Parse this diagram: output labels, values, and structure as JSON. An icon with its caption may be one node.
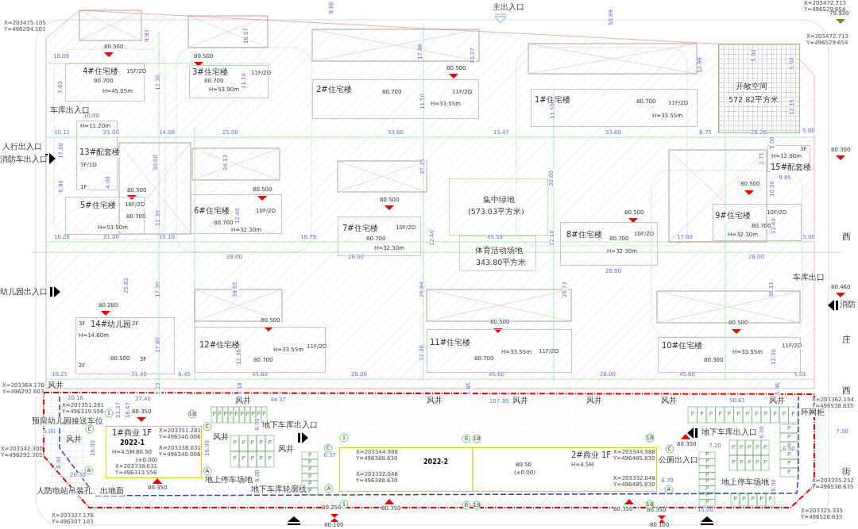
{
  "diagram": {
    "nodes": [
      {
        "text": [
          "4#住宅楼",
          "15F/2D",
          "80.700",
          "H=45.05m"
        ],
        "beside": [
          "80.500"
        ]
      },
      {
        "text": [
          "3#住宅楼",
          "80.700",
          "H=53.90m",
          "11F/2D"
        ],
        "beside": [
          "80.500"
        ]
      },
      {
        "text": [
          "2#住宅楼",
          "80.700",
          "11F/2D",
          "H=33.55m"
        ],
        "beside": [
          "80.500"
        ]
      },
      {
        "text": [
          "1#住宅楼",
          "80.700",
          "11F/2D",
          "H=33.55m"
        ]
      },
      {
        "text": [
          "开敞空间",
          "572.82平方米"
        ]
      },
      {
        "text": [
          "H=11.20m",
          "13#配套楼",
          "3F/1D",
          "1F"
        ]
      },
      {
        "text": [
          "5#住宅楼",
          "18F/2D",
          "80.700",
          "H=53.90m"
        ],
        "beside": [
          "80.500"
        ]
      },
      {
        "text": [
          "6#住宅楼",
          "80.700",
          "10F/2D",
          "H=32.30m"
        ],
        "beside": [
          "80.500"
        ]
      },
      {
        "text": [
          "集中绿地",
          "(573.03平方米)"
        ]
      },
      {
        "text": [
          "体育活动场地",
          "343.80平方米"
        ]
      },
      {
        "text": [
          "7#住宅楼",
          "80.700",
          "10F/2D",
          "H=32.30m"
        ],
        "beside": [
          "80.500"
        ]
      },
      {
        "text": [
          "8#住宅楼",
          "80.700",
          "10F/2D",
          "H=32.30m"
        ],
        "beside": [
          "80.500"
        ]
      },
      {
        "text": [
          "9#住宅楼",
          "10F/2D",
          "80.700",
          "H=32.30m"
        ],
        "beside": [
          "80.500"
        ]
      },
      {
        "text": [
          "3F",
          "H=12.00m",
          "15#配套楼"
        ]
      },
      {
        "text": [
          "3F",
          "14#幼儿园",
          "2F",
          "H=14.60m",
          "80.500",
          "3F",
          "2F"
        ],
        "beside": [
          "80.280"
        ]
      },
      {
        "text": [
          "12#住宅楼",
          "80.700",
          "H=33.55m",
          "11F/2D"
        ],
        "beside": [
          "80.500"
        ]
      },
      {
        "text": [
          "11#住宅楼",
          "80.700",
          "H=33.55m",
          "11F/2D"
        ],
        "beside": [
          "80.500"
        ]
      },
      {
        "text": [
          "10#住宅楼",
          "80.300",
          "H=33.55m",
          "11F/2D"
        ],
        "beside": [
          "80.500"
        ]
      },
      {
        "text": [
          "1#商业 1F",
          "2022-1",
          "H=4.5M",
          "80.50",
          "(±0.00)"
        ]
      },
      {
        "text": [
          "2022-2",
          "80.50",
          "(±0.00)",
          "2#商业 1F",
          "H=4.5M"
        ]
      }
    ],
    "labels": [
      "主出入口",
      "人行出入口",
      "消防车出入口",
      "车库出入口",
      "幼儿园出入口",
      "车库出口",
      "消防",
      "地下车库出入口",
      "地下车库出入口",
      "公厕出入口",
      "西",
      "庄",
      "西",
      "街",
      "X=203475.105",
      "Y=496294.101",
      "X=203472.713",
      "Y=496529.654",
      "X=203472.713",
      "Y=496529.654",
      "X=203364.178",
      "Y=496292.603",
      "X=203342.300",
      "Y=496292.305",
      "X=203327.176",
      "Y=496307.103",
      "X=203351.281",
      "Y=496319.556",
      "X=203351.281",
      "Y=496340.006",
      "X=203338.031",
      "Y=496313.556",
      "X=203338.031",
      "Y=496340.006",
      "X=203344.988",
      "Y=496388.630",
      "X=203332.048",
      "Y=496388.630",
      "X=203344.988",
      "Y=496485.830",
      "X=203332.048",
      "Y=496485.830",
      "X=203362.154",
      "Y=496538.635",
      "X=203335.252",
      "Y=496538.635",
      "X=203325.335",
      "Y=496528.635",
      "79.930",
      "80.300",
      "80.460",
      "80.350",
      "80.350",
      "80.250",
      "80.350",
      "80.100",
      "80.350",
      "80.350",
      "80.350",
      "80.100",
      "预留幼儿园接送车位",
      "风井",
      "风井",
      "风井",
      "风井",
      "风井",
      "风井",
      "风井",
      "风井",
      "风井",
      "风井",
      "环网柜",
      "地上停车场地",
      "地上停车场地",
      "人防电站吊装孔、出地面",
      "地下车库轮廓线",
      "1",
      "18",
      "C",
      "C",
      "A",
      "A",
      "1",
      "C",
      "6",
      "18",
      "A",
      "1",
      "6",
      "18",
      "18",
      "C",
      "A",
      "18",
      "10.09",
      "7.63",
      "9.93",
      "12.30",
      "16.07",
      "11.10",
      "10.00",
      "10.11",
      "21.00",
      "14.00",
      "25.00",
      "17.00",
      "30.00",
      "34.13",
      "6.90",
      "4.00",
      "12.30",
      "12.40",
      "10.26",
      "21.00",
      "15.10",
      "28.00",
      "9.66",
      "17.96",
      "10.07",
      "11.50",
      "53.60",
      "15.47",
      "11.50",
      "37.35",
      "30.00",
      "18.79",
      "45.59",
      "12.40",
      "12.10",
      "50.89",
      "12.96",
      "5.00",
      "5.00",
      "12.16",
      "53.60",
      "6.75",
      "26.26",
      "5.00",
      "5.00",
      "2.75",
      "9.85",
      "10.00",
      "12.40",
      "17.60",
      "5.00",
      "28.00",
      "25.82",
      "17.30",
      "17.80",
      "10.25",
      "31.40",
      "5.23",
      "6.45",
      "39.65",
      "12.30",
      "5.18",
      "45.60",
      "20.16",
      "11.37",
      "16.47",
      "27.40",
      "44.37",
      "5.00",
      "16.00",
      "16.00",
      "6.00",
      "6.00",
      "20.30",
      "8.00",
      "28.00",
      "26.94",
      "26.73",
      "12.30",
      "28.00",
      "5.85",
      "45.60",
      "107.39",
      "6.37",
      "28.00",
      "38.11",
      "28.00",
      "45.60",
      "5.96",
      "5.01",
      "50.61",
      "6.00",
      "7.20",
      "6.00",
      "6.70",
      "6.00",
      "15.00",
      "7.50",
      "12.30",
      "P",
      "P",
      "P",
      "P",
      "P",
      "P",
      "P",
      "P",
      "P",
      "P",
      "P",
      "P",
      "P",
      "P",
      "P",
      "P",
      "P",
      "P",
      "P",
      "P",
      "P",
      "P",
      "P",
      "P",
      "P",
      "P",
      "P",
      "P",
      "P",
      "P",
      "P",
      "P",
      "P",
      "P",
      "P",
      "P",
      "P",
      "P",
      "P",
      "P",
      "P",
      "P",
      "P",
      "P",
      "P",
      "P",
      "P",
      "P",
      "P",
      "P",
      "P",
      "P",
      "P",
      "P",
      "P",
      "P",
      "P",
      "P",
      "P",
      "P",
      "P",
      "P",
      "P",
      "P",
      "P",
      "P",
      "P"
    ]
  }
}
